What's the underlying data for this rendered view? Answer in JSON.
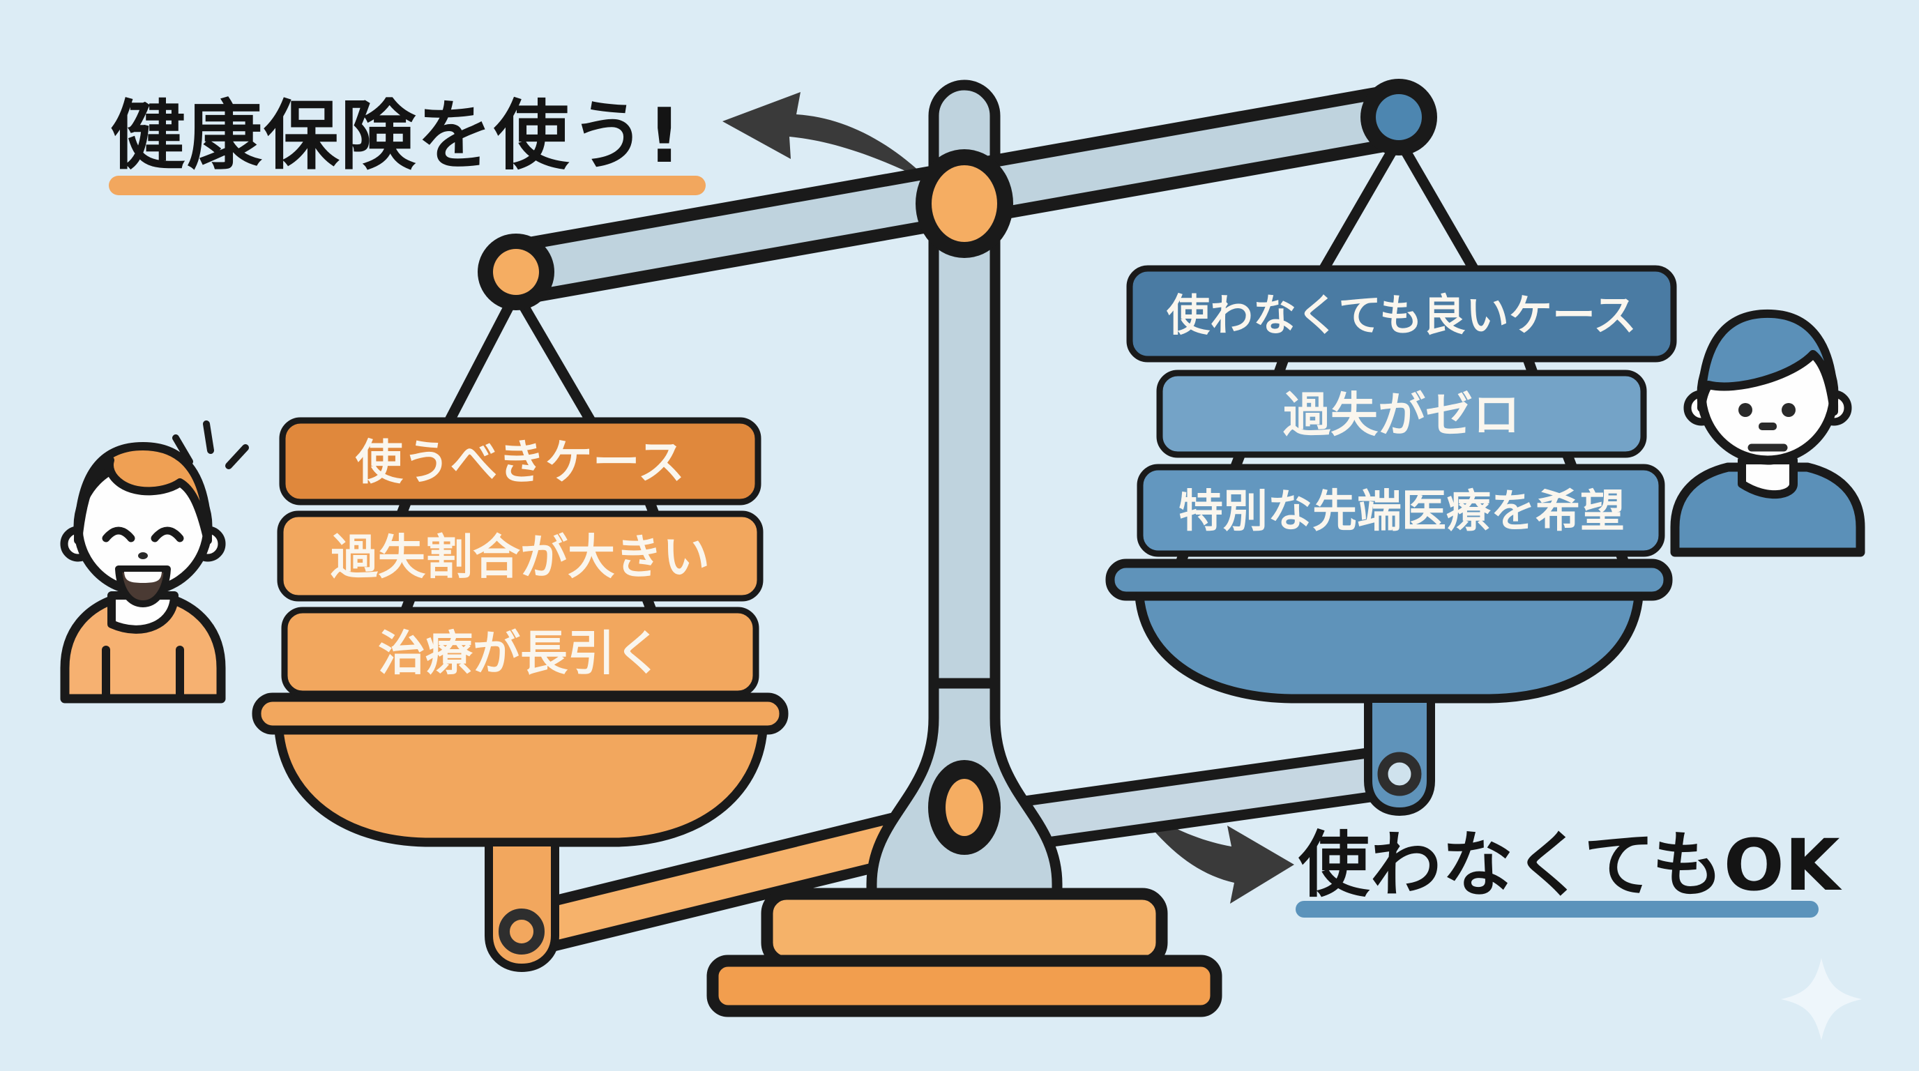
{
  "title": {
    "text": "健康保険を使う!"
  },
  "conclusion": {
    "text": "使わなくてもOK"
  },
  "left_scale": {
    "side": "use-insurance",
    "labels": [
      {
        "text": "使うべきケース"
      },
      {
        "text": "過失割合が大きい"
      },
      {
        "text": "治療が長引く"
      }
    ]
  },
  "right_scale": {
    "side": "no-need-insurance",
    "labels": [
      {
        "text": "使わなくても良いケース"
      },
      {
        "text": "過失がゼロ"
      },
      {
        "text": "特別な先端医療を希望"
      }
    ]
  },
  "icons": {
    "left_person": "happy-person-icon",
    "right_person": "neutral-person-icon",
    "top_arrow": "curved-arrow-up-left-icon",
    "bottom_arrow": "curved-arrow-right-icon",
    "sparkle": "sparkle-star-icon"
  },
  "colors": {
    "background": "#dcecf5",
    "outline": "#1a1a1a",
    "metal": "#bfd3de",
    "metal_arm": "#c6d7e2",
    "orange_dark": "#e0883c",
    "orange": "#f2a75e",
    "orange_arm": "#f6b26b",
    "base_top": "#f5b269",
    "base_bottom": "#f29e4e",
    "blue_dark": "#4a7ba3",
    "blue_light": "#74a3c7",
    "blue_mid": "#6397bf",
    "blue_pan": "#5f93ba",
    "pivot_orange": "#f5ad62",
    "knob_blue": "#4d86b0",
    "label_text": "#faf6ee",
    "title_text": "#141414",
    "underline_orange": "#f2a75e",
    "underline_blue": "#5b93bb",
    "arrow": "#3a3a3a",
    "hair_orange": "#efa054",
    "shirt_orange": "#f6b171",
    "person_blue": "#5b90b8",
    "face": "#fefefe",
    "feature": "#2a2a2a",
    "star": "#eef6fb",
    "hole_light": "#cfe2ed"
  }
}
